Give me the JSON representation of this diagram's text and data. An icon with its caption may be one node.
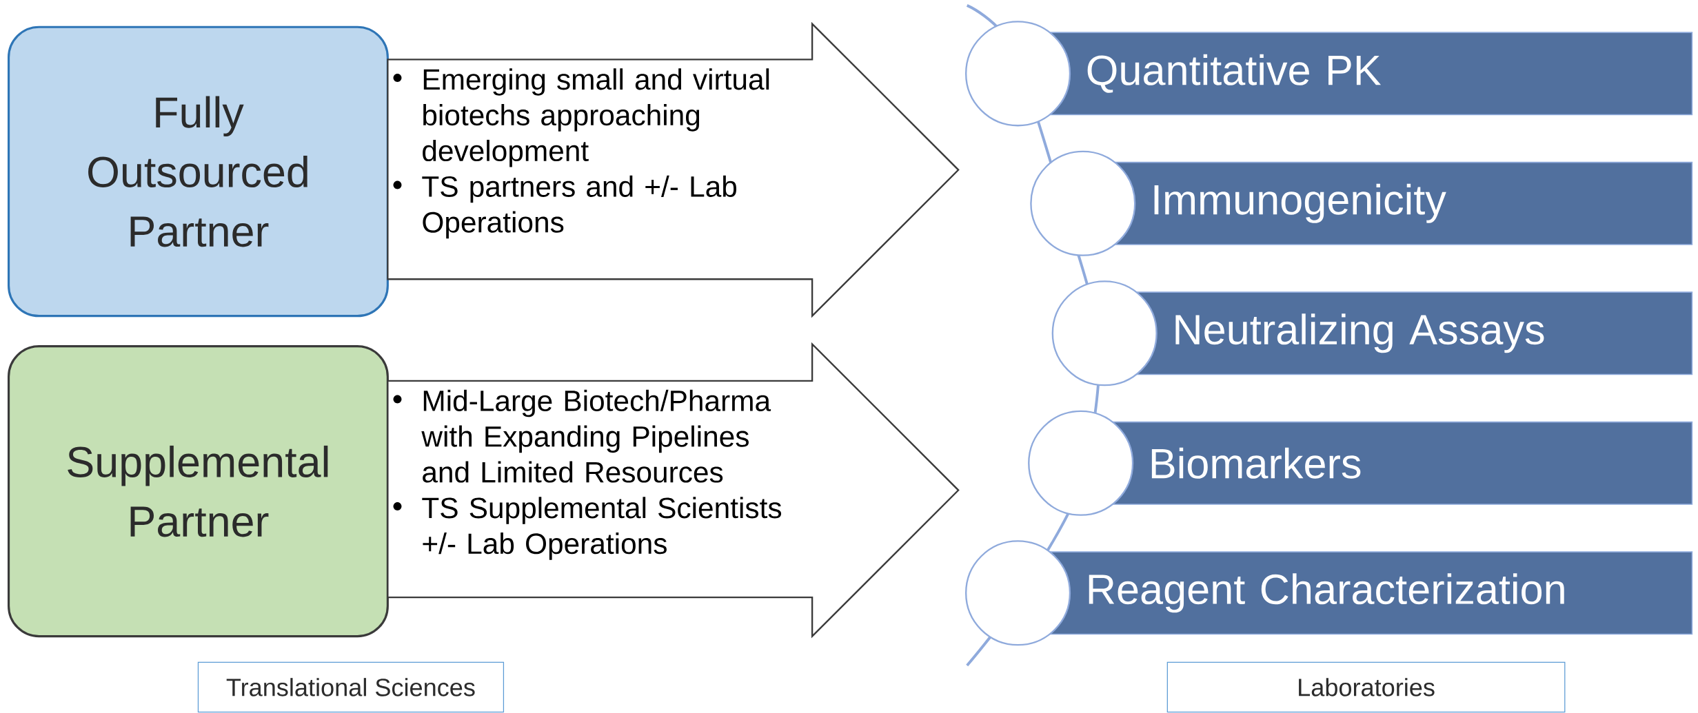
{
  "diagram": {
    "nodes": [
      {
        "text": [
          "Fully Outsourced Partner"
        ]
      },
      {
        "text": [
          "Emerging small and virtual biotechs approaching development",
          "TS partners and +/- Lab Operations"
        ]
      },
      {
        "text": [
          "Supplemental Partner"
        ]
      },
      {
        "text": [
          "Mid-Large Biotech/Pharma with Expanding Pipelines and Limited Resources",
          "TS Supplemental Scientists +/- Lab Operations"
        ]
      },
      {
        "text": [
          "Quantitative PK"
        ]
      },
      {
        "text": [
          "Immunogenicity"
        ]
      },
      {
        "text": [
          "Neutralizing Assays"
        ]
      },
      {
        "text": [
          "Biomarkers"
        ]
      },
      {
        "text": [
          "Reagent Characterization"
        ]
      },
      {
        "text": [
          "Translational Sciences"
        ]
      },
      {
        "text": [
          "Laboratories"
        ]
      }
    ]
  }
}
